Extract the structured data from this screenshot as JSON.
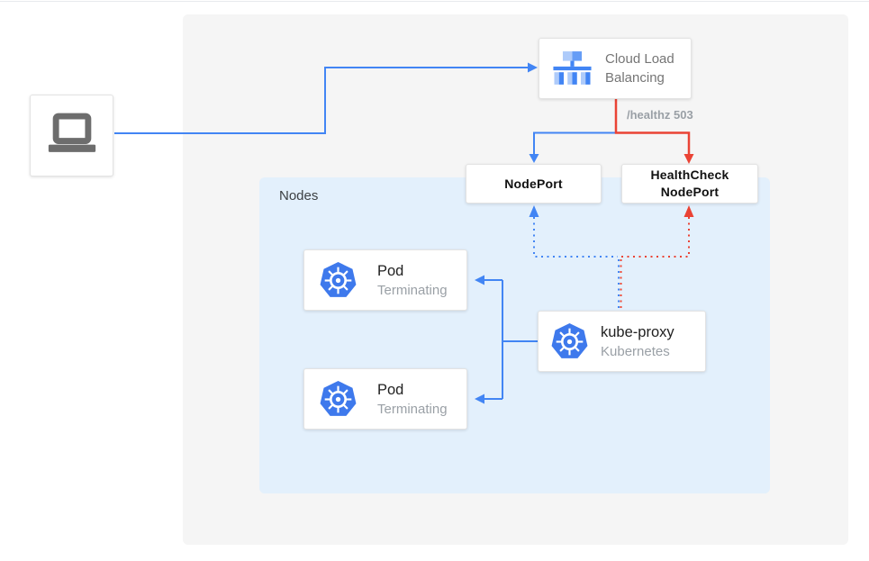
{
  "diagram": {
    "title_none_shown": "",
    "nodes_group": {
      "label": "Nodes"
    },
    "healthz_label": "/healthz 503",
    "client": {
      "icon": "laptop-icon"
    },
    "load_balancer": {
      "line1": "Cloud Load",
      "line2": "Balancing",
      "icon": "cloud-load-balancing-icon"
    },
    "nodeport": {
      "label": "NodePort"
    },
    "healthcheck_nodeport": {
      "line1": "HealthCheck",
      "line2": "NodePort"
    },
    "pods": [
      {
        "title": "Pod",
        "status": "Terminating",
        "icon": "kubernetes-icon"
      },
      {
        "title": "Pod",
        "status": "Terminating",
        "icon": "kubernetes-icon"
      }
    ],
    "kube_proxy": {
      "title": "kube-proxy",
      "subtitle": "Kubernetes",
      "icon": "kubernetes-icon"
    },
    "colors": {
      "traffic_blue": "#4285f4",
      "healthcheck_red": "#ea4335",
      "canvas_gray": "#f5f5f5",
      "nodes_blue": "#e3f0fc",
      "card_border": "#e3e3e3",
      "muted_text": "#9aa0a6",
      "body_text": "#212121",
      "laptop_gray": "#6d6d6d",
      "clb_icon_light": "#aecbfa",
      "clb_icon_mid": "#669df6",
      "kubernetes_blue": "#3e79ec"
    },
    "edges": [
      {
        "from": "client",
        "to": "cloud-load-balancing",
        "style": "solid",
        "color": "#4285f4"
      },
      {
        "from": "cloud-load-balancing",
        "to": "nodeport",
        "style": "solid",
        "color": "#4285f4"
      },
      {
        "from": "cloud-load-balancing",
        "to": "healthcheck-nodeport",
        "style": "solid",
        "color": "#ea4335",
        "label": "/healthz 503"
      },
      {
        "from": "kube-proxy",
        "to": "nodeport",
        "style": "dotted",
        "color": "#4285f4"
      },
      {
        "from": "kube-proxy",
        "to": "healthcheck-nodeport",
        "style": "dotted",
        "color": "#ea4335"
      },
      {
        "from": "kube-proxy",
        "to": "pod-1",
        "style": "solid",
        "color": "#4285f4"
      },
      {
        "from": "kube-proxy",
        "to": "pod-2",
        "style": "solid",
        "color": "#4285f4"
      }
    ]
  }
}
